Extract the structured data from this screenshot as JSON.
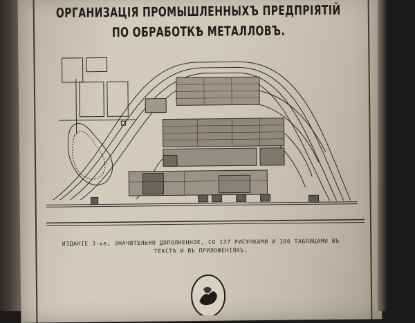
{
  "title": {
    "line1": "ОРГАНИЗАЦІЯ ПРОМЫШЛЕННЫХЪ ПРЕДПРІЯТІЙ",
    "line2": "ПО ОБРАБОТКѢ МЕТАЛЛОВЪ."
  },
  "caption": {
    "line1": "ИЗДАНІЕ 3-ье, ЗНАЧИТЕЛЬНО ДОПОЛНЕННОЕ, СО 137 РИСУНКАМИ И 100 ТАБЛИЦАМИ ВЪ",
    "line2": "ТЕКСТѢ И ВЪ ПРИЛОЖЕНІЯХЪ."
  },
  "colors": {
    "paper": "#cfc9bb",
    "ink": "#1e1c1a",
    "background": "#1b1a19"
  }
}
